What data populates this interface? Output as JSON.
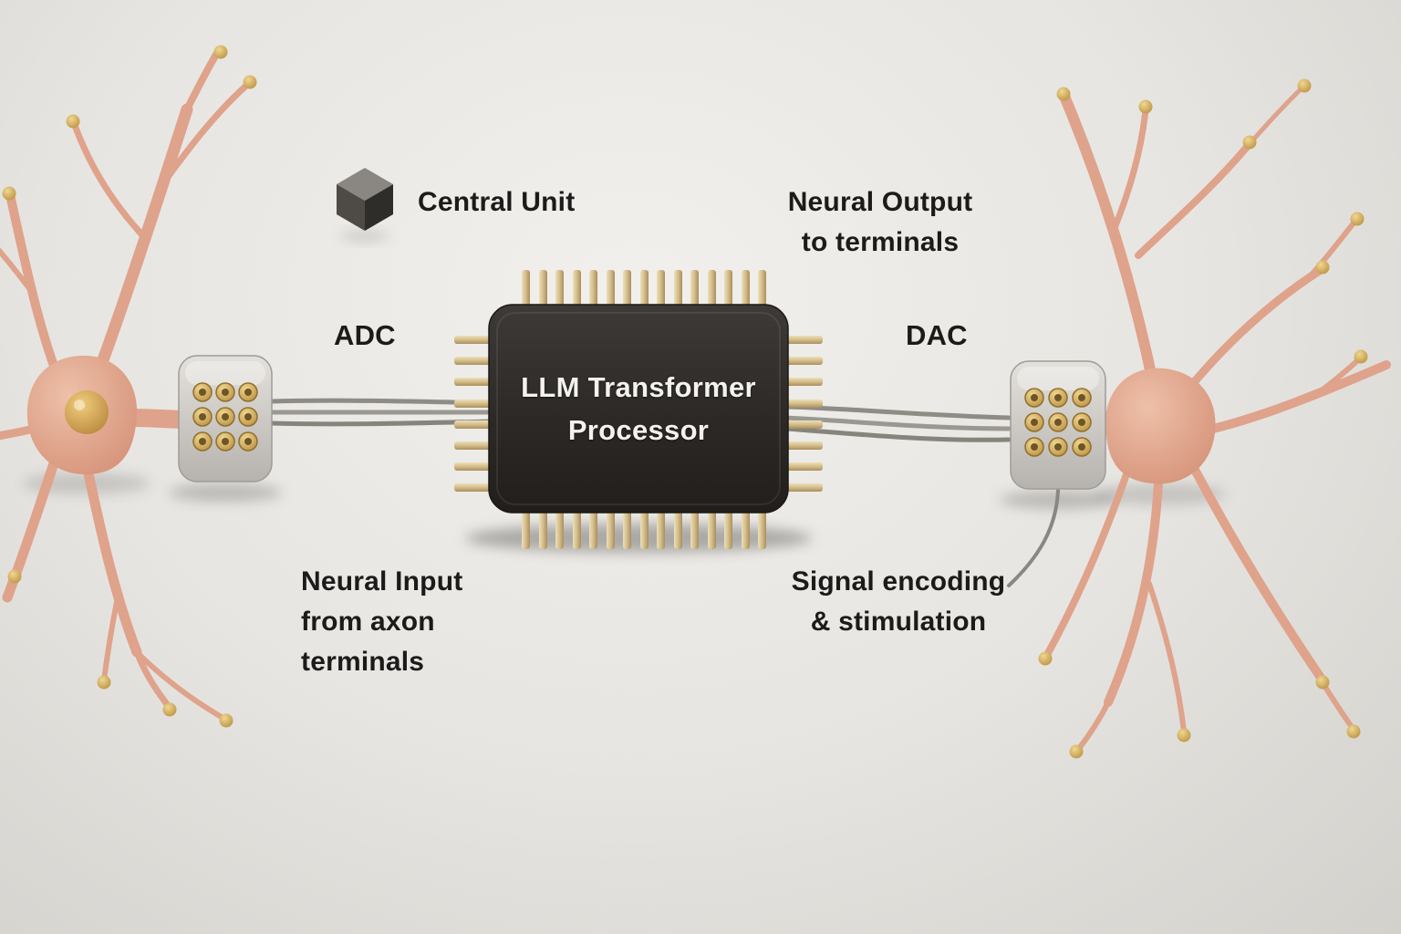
{
  "legend": {
    "central_unit_label": "Central Unit",
    "central_unit_icon": "cube-icon"
  },
  "chip": {
    "title_line1": "LLM Transformer",
    "title_line2": "Processor"
  },
  "converters": {
    "adc": "ADC",
    "dac": "DAC"
  },
  "annotations": {
    "neural_output": {
      "line1": "Neural Output",
      "line2": "to terminals"
    },
    "neural_input": {
      "line1": "Neural Input",
      "line2": "from axon",
      "line3": "terminals"
    },
    "signal": {
      "line1": "Signal encoding",
      "line2": "& stimulation"
    }
  },
  "colors": {
    "background": "#e7e5e1",
    "neuron": "#dfa28b",
    "nucleus": "#d4a251",
    "terminal_dot": "#d2a957",
    "chip_body": "#2f2c29",
    "pin_gold": "#d9c89b",
    "connector_block": "#cbc8c3",
    "electrode_pad": "#c9a04e",
    "wire": "#918e89",
    "text": "#1b1b1a"
  }
}
